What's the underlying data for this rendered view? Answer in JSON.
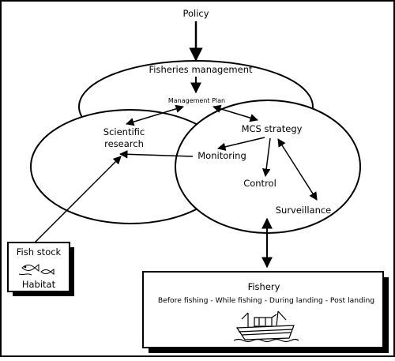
{
  "diagram": {
    "policy": "Policy",
    "fisheries_management": "Fisheries management",
    "management_plan": "Management Plan",
    "scientific_research_line1": "Scientific",
    "scientific_research_line2": "research",
    "mcs_strategy": "MCS strategy",
    "monitoring": "Monitoring",
    "control": "Control",
    "surveillance": "Surveillance",
    "fish_stock": "Fish stock",
    "habitat": "Habitat",
    "fishery_title": "Fishery",
    "fishery_stages": "Before fishing - While fishing - During landing - Post landing"
  }
}
